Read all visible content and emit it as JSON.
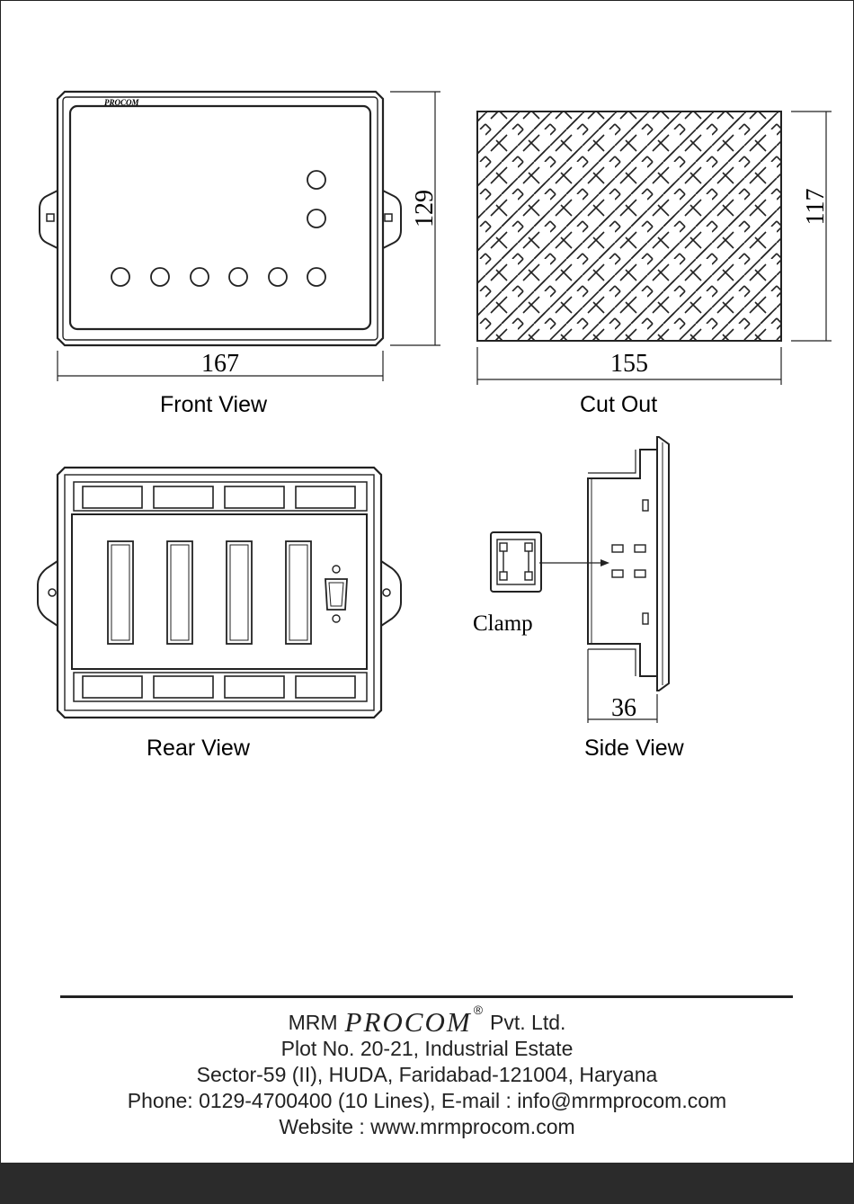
{
  "drawing": {
    "front_view": {
      "caption": "Front View",
      "logo_text": "PROCOM",
      "width_dim": "167",
      "height_dim": "129"
    },
    "cut_out": {
      "caption": "Cut Out",
      "width_dim": "155",
      "height_dim": "117"
    },
    "rear_view": {
      "caption": "Rear View"
    },
    "side_view": {
      "caption": "Side View",
      "depth_dim": "36",
      "clamp_label": "Clamp"
    }
  },
  "footer": {
    "company_prefix": "MRM",
    "brand": "PROCOM",
    "registered_mark": "®",
    "company_suffix": "Pvt. Ltd.",
    "address_line_1": "Plot No. 20-21, Industrial Estate",
    "address_line_2": "Sector-59 (II), HUDA, Faridabad-121004, Haryana",
    "phone_line": "Phone: 0129-4700400 (10 Lines), E-mail : info@mrmprocom.com",
    "website_line": "Website : www.mrmprocom.com"
  }
}
